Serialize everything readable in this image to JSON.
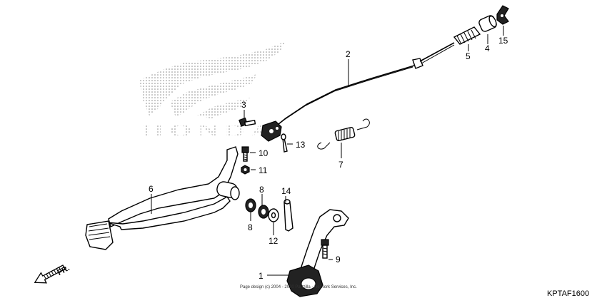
{
  "callouts": {
    "c1": "1",
    "c2": "2",
    "c3": "3",
    "c4": "4",
    "c5": "5",
    "c6": "6",
    "c7": "7",
    "c8a": "8",
    "c8b": "8",
    "c9": "9",
    "c10": "10",
    "c11": "11",
    "c12": "12",
    "c13": "13",
    "c14": "14",
    "c15": "15"
  },
  "brand_text": "HONDA",
  "copyright": "Page design (c) 2004 - 2020 Partzilla - Network Services, Inc.",
  "figure_code": "KPTAF1600",
  "direction_label": "FR."
}
